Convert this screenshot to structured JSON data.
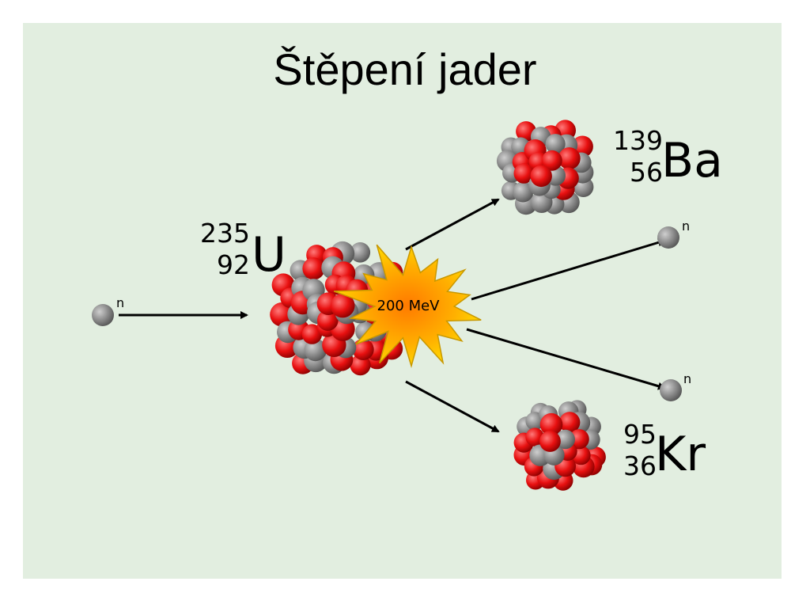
{
  "title": "Štěpení jader",
  "burst_label": "200 MeV",
  "neutron_label": "n",
  "uranium": {
    "mass": "235",
    "atomic": "92",
    "symbol": "U"
  },
  "barium": {
    "mass": "139",
    "atomic": "56",
    "symbol": "Ba"
  },
  "krypton": {
    "mass": "95",
    "atomic": "36",
    "symbol": "Kr"
  },
  "colors": {
    "background": "#e2eee0",
    "proton": "#ee1111",
    "neutron": "#8a8a8a",
    "burst_outer": "#f2c400",
    "burst_inner": "#ff8a00",
    "arrow": "#000000"
  }
}
